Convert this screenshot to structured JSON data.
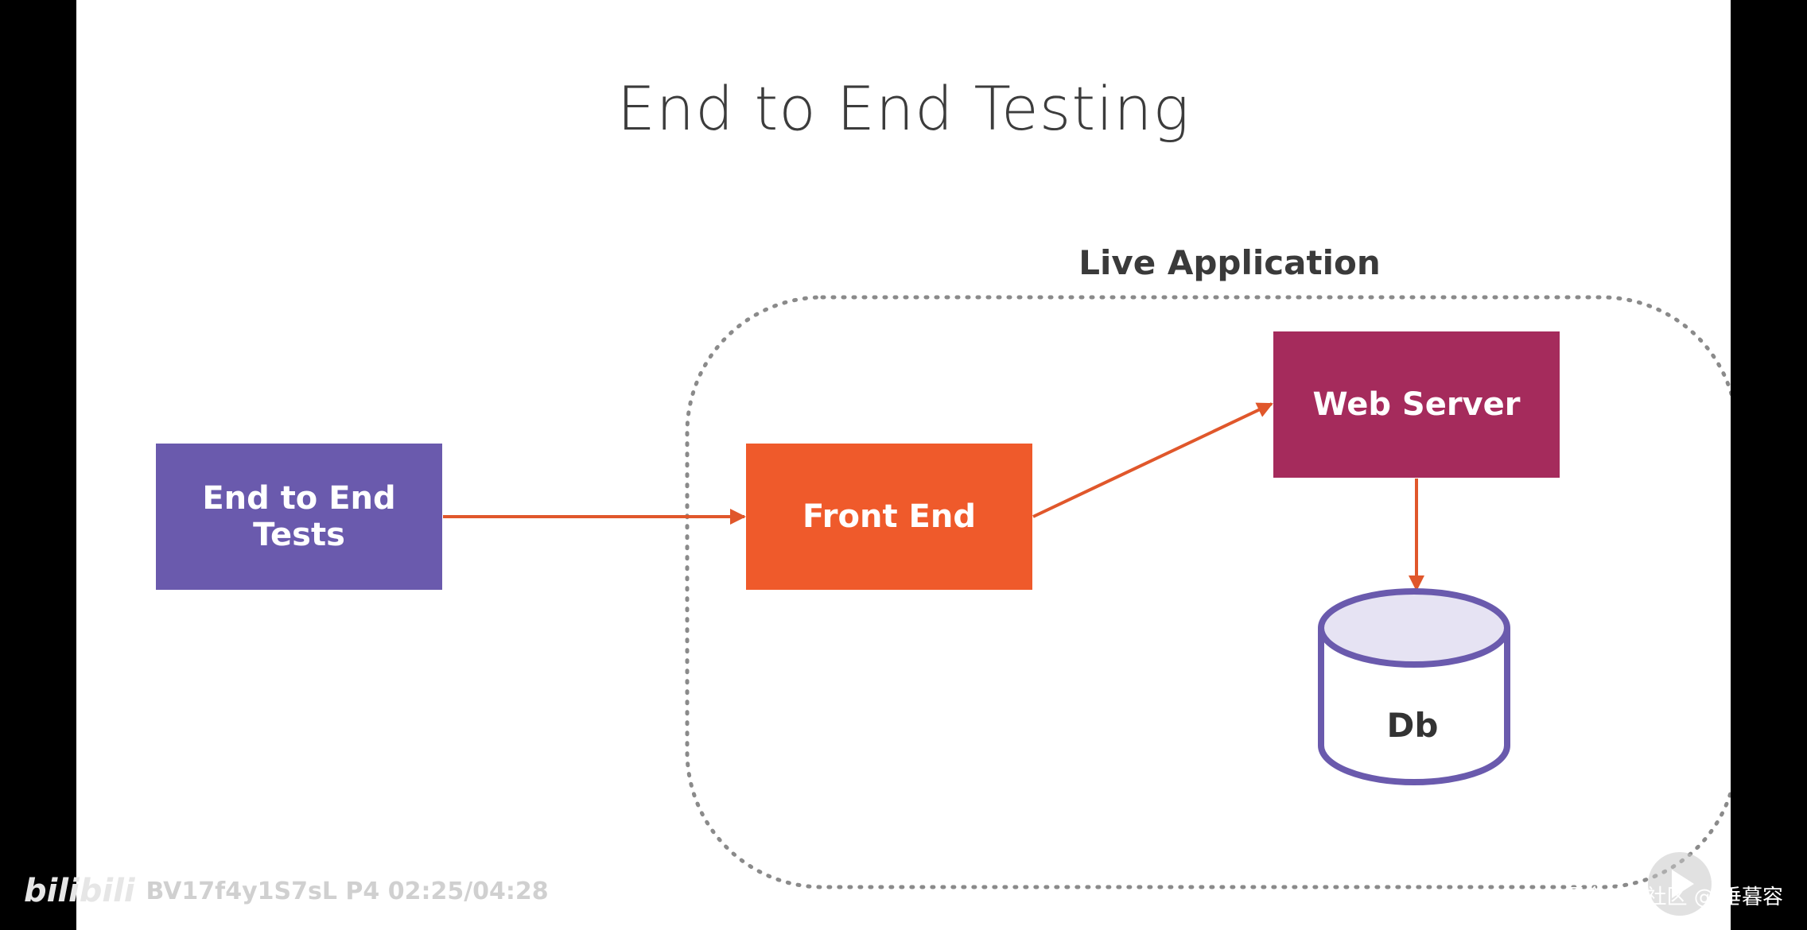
{
  "title": "End to End Testing",
  "group_label": "Live Application",
  "nodes": {
    "e2e_tests": {
      "label_line1": "End to End",
      "label_line2": "Tests",
      "color": "#6a5aad"
    },
    "front_end": {
      "label": "Front End",
      "color": "#ef5a2b"
    },
    "web_server": {
      "label": "Web Server",
      "color": "#a52b5c"
    },
    "db": {
      "label": "Db",
      "stroke": "#6a5aad",
      "fill_top": "#e6e3f3"
    }
  },
  "edge_color": "#e0572b",
  "group_border_color": "#8a8a8a",
  "overlay": {
    "logo": "bilibili",
    "video_id": "BV17f4y1S7sL P4 02:25/04:28",
    "credit": "掘金技术社区 @ 垂暮容"
  }
}
